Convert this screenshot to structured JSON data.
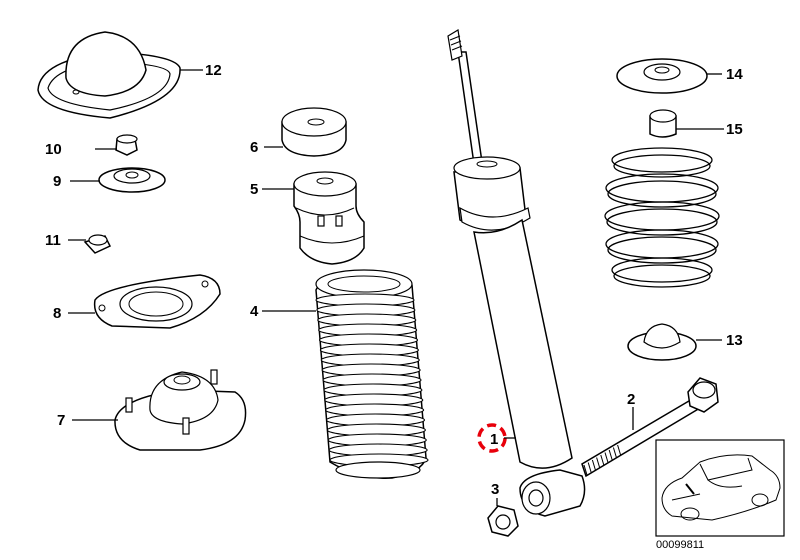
{
  "diagram": {
    "callouts": {
      "p1": "1",
      "p2": "2",
      "p3": "3",
      "p4": "4",
      "p5": "5",
      "p6": "6",
      "p7": "7",
      "p8": "8",
      "p9": "9",
      "p10": "10",
      "p11": "11",
      "p12": "12",
      "p13": "13",
      "p14": "14",
      "p15": "15"
    },
    "reference_code": "00099811",
    "highlight_color": "#e8000b"
  }
}
